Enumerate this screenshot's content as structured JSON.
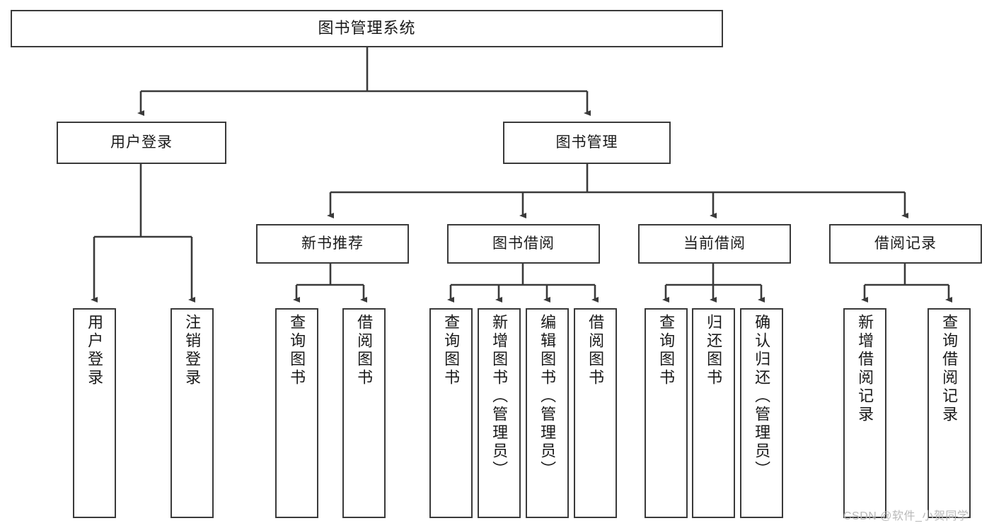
{
  "diagram": {
    "title": "图书管理系统",
    "watermark": "CSDN @软件_小贺同学",
    "root": {
      "label": "图书管理系统"
    },
    "level2": [
      {
        "label": "用户登录"
      },
      {
        "label": "图书管理"
      }
    ],
    "level3": [
      {
        "label": "新书推荐"
      },
      {
        "label": "图书借阅"
      },
      {
        "label": "当前借阅"
      },
      {
        "label": "借阅记录"
      }
    ],
    "leaves": {
      "user_login": [
        {
          "label": "用户登录"
        },
        {
          "label": "注销登录"
        }
      ],
      "new_book_recommend": [
        {
          "label": "查询图书"
        },
        {
          "label": "借阅图书"
        }
      ],
      "book_borrow": [
        {
          "label": "查询图书"
        },
        {
          "label": "新增图书（管理员）"
        },
        {
          "label": "编辑图书（管理员）"
        },
        {
          "label": "借阅图书"
        }
      ],
      "current_borrow": [
        {
          "label": "查询图书"
        },
        {
          "label": "归还图书"
        },
        {
          "label": "确认归还（管理员）"
        }
      ],
      "borrow_record": [
        {
          "label": "新增借阅记录"
        },
        {
          "label": "查询借阅记录"
        }
      ]
    }
  },
  "colors": {
    "stroke": "#3a3a3a",
    "background": "#ffffff",
    "text": "#1a1a1a",
    "watermark": "#b9b9b9"
  }
}
